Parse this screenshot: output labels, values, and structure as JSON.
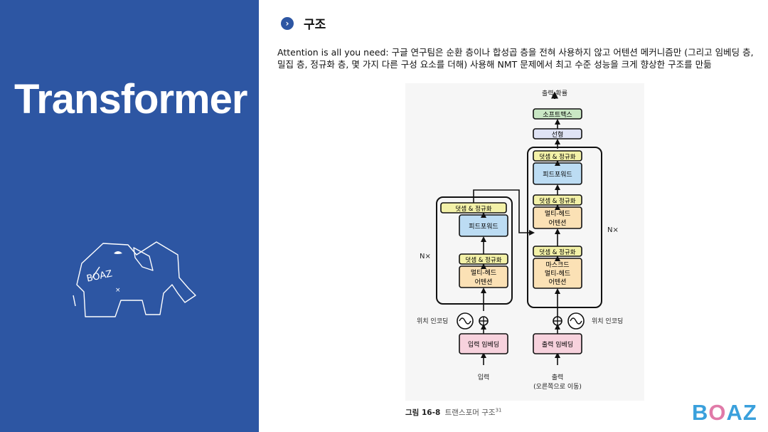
{
  "slide": {
    "title": "Transformer",
    "section_title": "구조",
    "description": "Attention is all you need: 구글 연구팀은 순환 층이나 합성곱 층을 전혀 사용하지 않고 어텐션 메커니즘만 (그리고 임베딩 층, 밀집 층, 정규화 층, 몇 가지 다른 구성 요소를 더해) 사용해 NMT 문제에서 최고 수준 성능을 크게 향상한 구조를 만듦",
    "caption_label": "그림 16-8",
    "caption_title": "트랜스포머 구조",
    "caption_ref": "31",
    "logo_part1": "B",
    "logo_part2": "O",
    "logo_part3": "AZ",
    "elephant_text": "BOAZ"
  },
  "diagram": {
    "output_prob": "출력 확률",
    "softmax": "소프트맥스",
    "linear": "선형",
    "add_norm": "덧셈 & 정규화",
    "feed_forward": "피드포워드",
    "mha_line1": "멀티-헤드",
    "mha_line2": "어텐션",
    "masked_line1": "마스크드",
    "nx": "N×",
    "pos_encoding": "위치 인코딩",
    "input_embedding": "입력 임베딩",
    "output_embedding": "출력 임베딩",
    "inputs": "입력",
    "outputs": "출력",
    "outputs_shifted": "(오른쪽으로 이동)"
  },
  "colors": {
    "brand_blue": "#2d56a3",
    "add_norm_fill": "#f3f1a8",
    "feed_forward_fill": "#bcdcf3",
    "attention_fill": "#fbe1b5",
    "softmax_fill": "#c9e7c4",
    "linear_fill": "#dfe3f5",
    "embedding_fill": "#f7d2dd"
  }
}
